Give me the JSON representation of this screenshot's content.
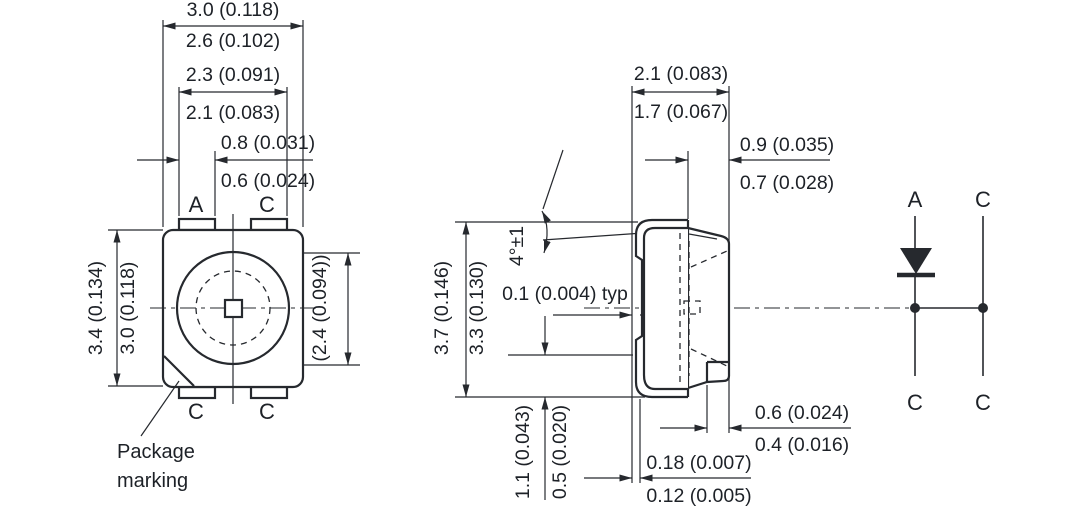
{
  "drawing_type": "package-dimension-drawing",
  "units_note": "millimeters (inches)",
  "colors": {
    "line": "#26292e",
    "text": "#1d2127",
    "background": "#ffffff"
  },
  "top_view": {
    "d_width": {
      "max": "3.0 (0.118)",
      "min": "2.6 (0.102)"
    },
    "d_inner": {
      "max": "2.3 (0.091)",
      "min": "2.1 (0.083)"
    },
    "d_pad": {
      "max": "0.8 (0.031)",
      "min": "0.6 (0.024)"
    },
    "d_height": {
      "max": "3.4 (0.134)",
      "min": "3.0 (0.118)"
    },
    "d_lens": "(2.4 (0.094))",
    "pins": {
      "top_left": "A",
      "top_right": "C",
      "bottom_left": "C",
      "bottom_right": "C"
    },
    "marking": {
      "line1": "Package",
      "line2": "marking"
    }
  },
  "side_view": {
    "d_depth": {
      "max": "2.1 (0.083)",
      "min": "1.7 (0.067)"
    },
    "d_lead": {
      "max": "0.9 (0.035)",
      "min": "0.7 (0.028)"
    },
    "angle": "4°±1",
    "standoff": "0.1 (0.004) typ",
    "d_height": {
      "max": "3.7 (0.146)",
      "min": "3.3 (0.130)"
    },
    "d_foot": {
      "max": "1.1 (0.043)",
      "min": "0.5 (0.020)"
    },
    "d_stub": {
      "max": "0.6 (0.024)",
      "min": "0.4 (0.016)"
    },
    "d_thick": {
      "max": "0.18 (0.007)",
      "min": "0.12 (0.005)"
    }
  },
  "schematic": {
    "pin_top_left": "A",
    "pin_top_right": "C",
    "pin_bottom_left": "C",
    "pin_bottom_right": "C"
  }
}
